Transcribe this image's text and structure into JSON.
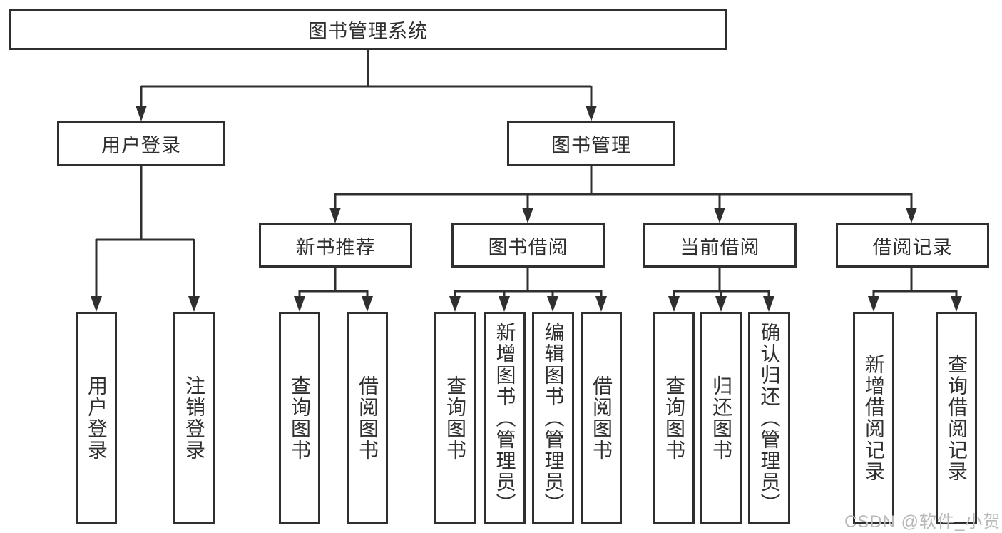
{
  "diagram": {
    "type": "tree",
    "root": {
      "label": "图书管理系统"
    },
    "branches": [
      {
        "label": "用户登录",
        "children": [
          {
            "label": "用户登录"
          },
          {
            "label": "注销登录"
          }
        ]
      },
      {
        "label": "图书管理",
        "children": [
          {
            "label": "新书推荐",
            "children": [
              {
                "label": "查询图书"
              },
              {
                "label": "借阅图书"
              }
            ]
          },
          {
            "label": "图书借阅",
            "children": [
              {
                "label": "查询图书"
              },
              {
                "label": "新增图书（管理员）"
              },
              {
                "label": "编辑图书（管理员）"
              },
              {
                "label": "借阅图书"
              }
            ]
          },
          {
            "label": "当前借阅",
            "children": [
              {
                "label": "查询图书"
              },
              {
                "label": "归还图书"
              },
              {
                "label": "确认归还（管理员）"
              }
            ]
          },
          {
            "label": "借阅记录",
            "children": [
              {
                "label": "新增借阅记录"
              },
              {
                "label": "查询借阅记录"
              }
            ]
          }
        ]
      }
    ],
    "watermark": {
      "text": "CSDN @软件_小贺同学"
    },
    "colors": {
      "line": "#2f2f2f",
      "text": "#2f2f2f",
      "box_background": "#ffffff",
      "background": "#ffffff",
      "watermark": "#b8b8b8"
    }
  }
}
